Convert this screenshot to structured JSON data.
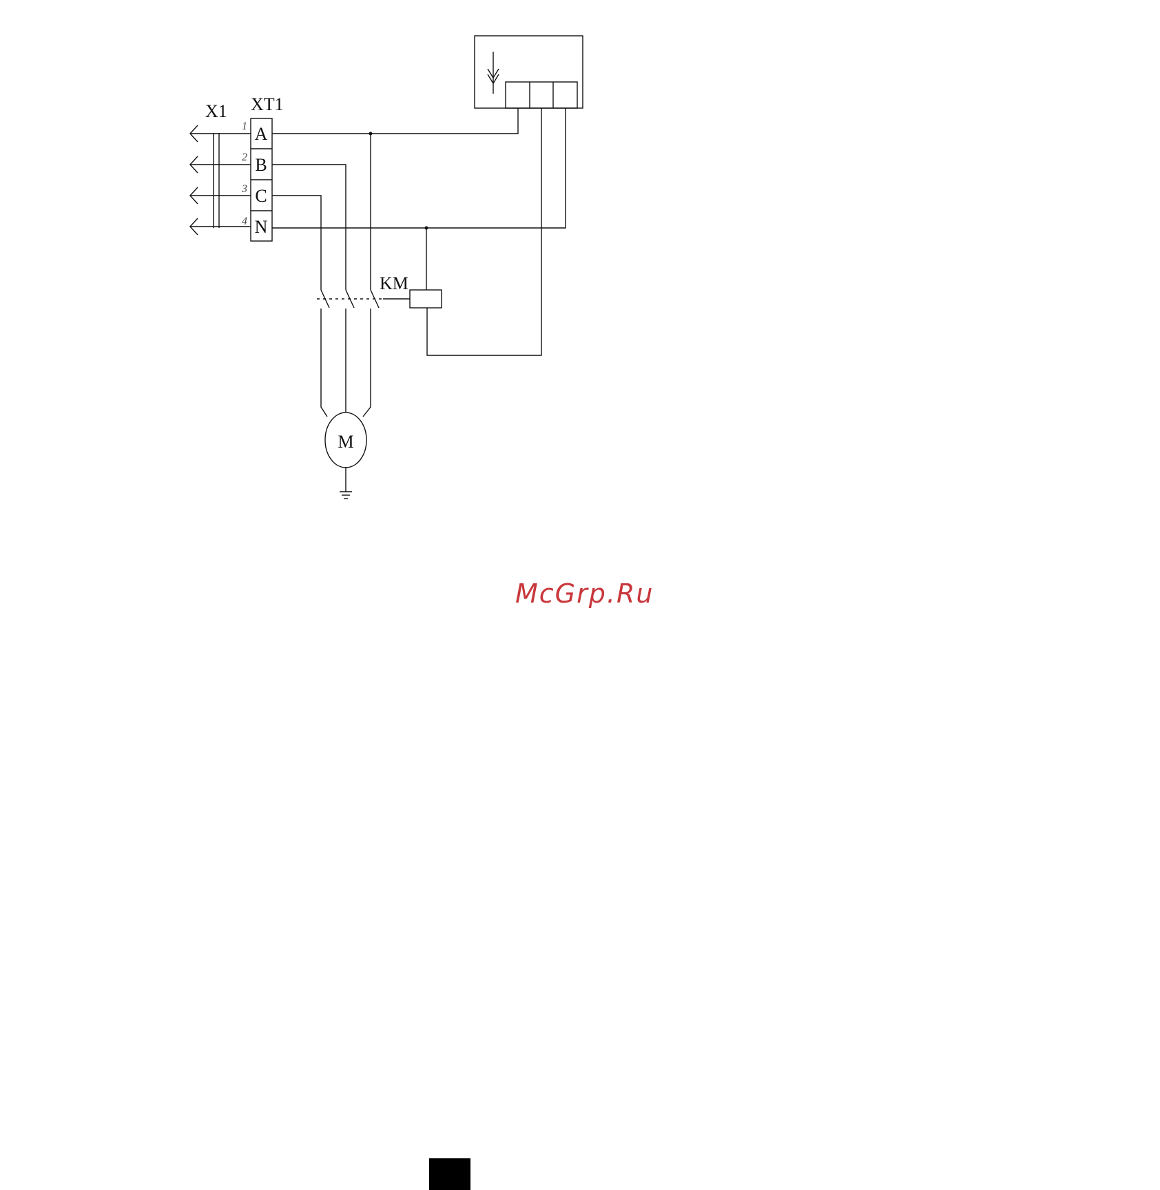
{
  "labels": {
    "connector": "X1",
    "terminal_block": "XT1",
    "contactor": "KM",
    "motor": "M"
  },
  "terminals": [
    {
      "pin": "1",
      "phase": "A"
    },
    {
      "pin": "2",
      "phase": "B"
    },
    {
      "pin": "3",
      "phase": "C"
    },
    {
      "pin": "4",
      "phase": "N"
    }
  ],
  "watermark": "McGrp.Ru",
  "colors": {
    "line": "#111111",
    "watermark": "#c8373c"
  }
}
